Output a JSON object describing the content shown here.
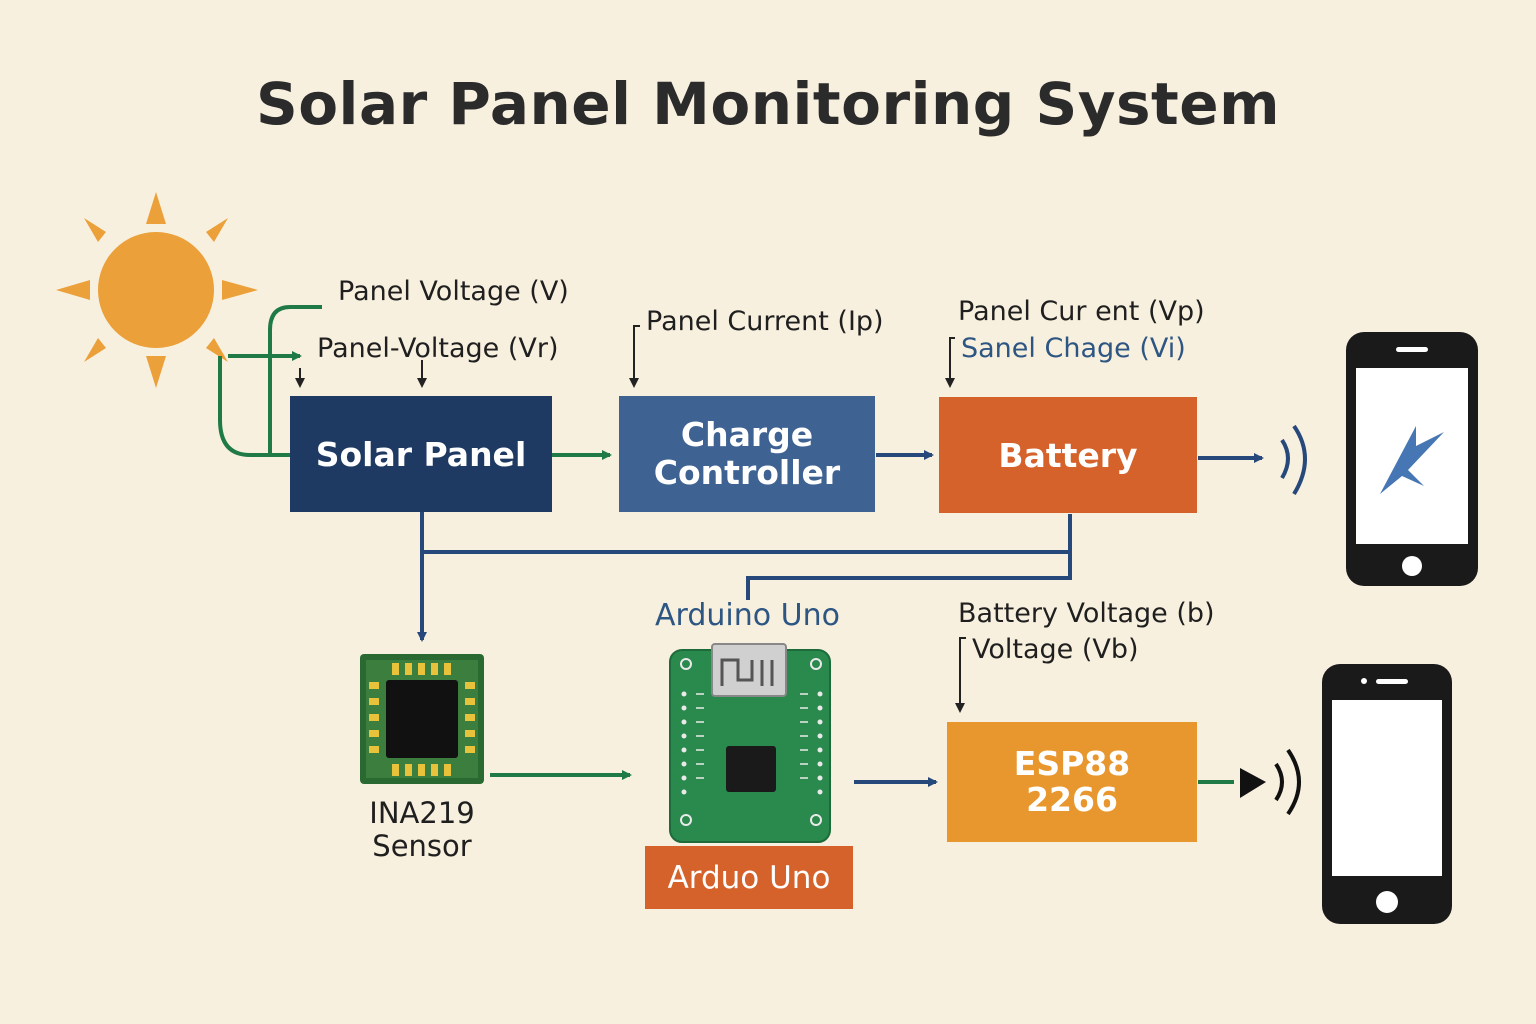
{
  "title": "Solar Panel Monitoring System",
  "colors": {
    "background": "#f8f0df",
    "sun": "#eba03a",
    "navy": "#1f3a62",
    "steel_blue": "#3e6292",
    "battery_orange": "#d5622b",
    "esp_orange": "#e8972e",
    "green_arrow": "#1f7a45",
    "blue_arrow": "#26487a",
    "board_green": "#2a8a4d"
  },
  "blocks": {
    "solar_panel": "Solar Panel",
    "charge_controller": [
      "Charge",
      "Controller"
    ],
    "battery": "Battery",
    "esp": [
      "ESP88",
      "2266"
    ],
    "arduino_bottom": "Arduo Uno"
  },
  "labels": {
    "panel_voltage_v": "Panel Voltage (V)",
    "panel_voltage_vr": "Panel-Voltage (Vr)",
    "panel_current_ip": "Panel Current (Ip)",
    "panel_current_vp": "Panel Cur ent (Vp)",
    "sanel_chage": "Sanel Chage (Vi)",
    "arduino_title": "Arduino Uno",
    "battery_voltage_b": "Battery Voltage (b)",
    "voltage_vb": "Voltage (Vb)",
    "sensor": [
      "INA219",
      "Sensor"
    ]
  },
  "icons": {
    "sun": "sun-icon",
    "chip": "chip-icon",
    "board": "arduino-board-icon",
    "phone_top": "smartphone-icon",
    "phone_bottom": "smartphone-icon",
    "bolt": "lightning-bolt-icon",
    "wireless": "wireless-signal-icon"
  }
}
